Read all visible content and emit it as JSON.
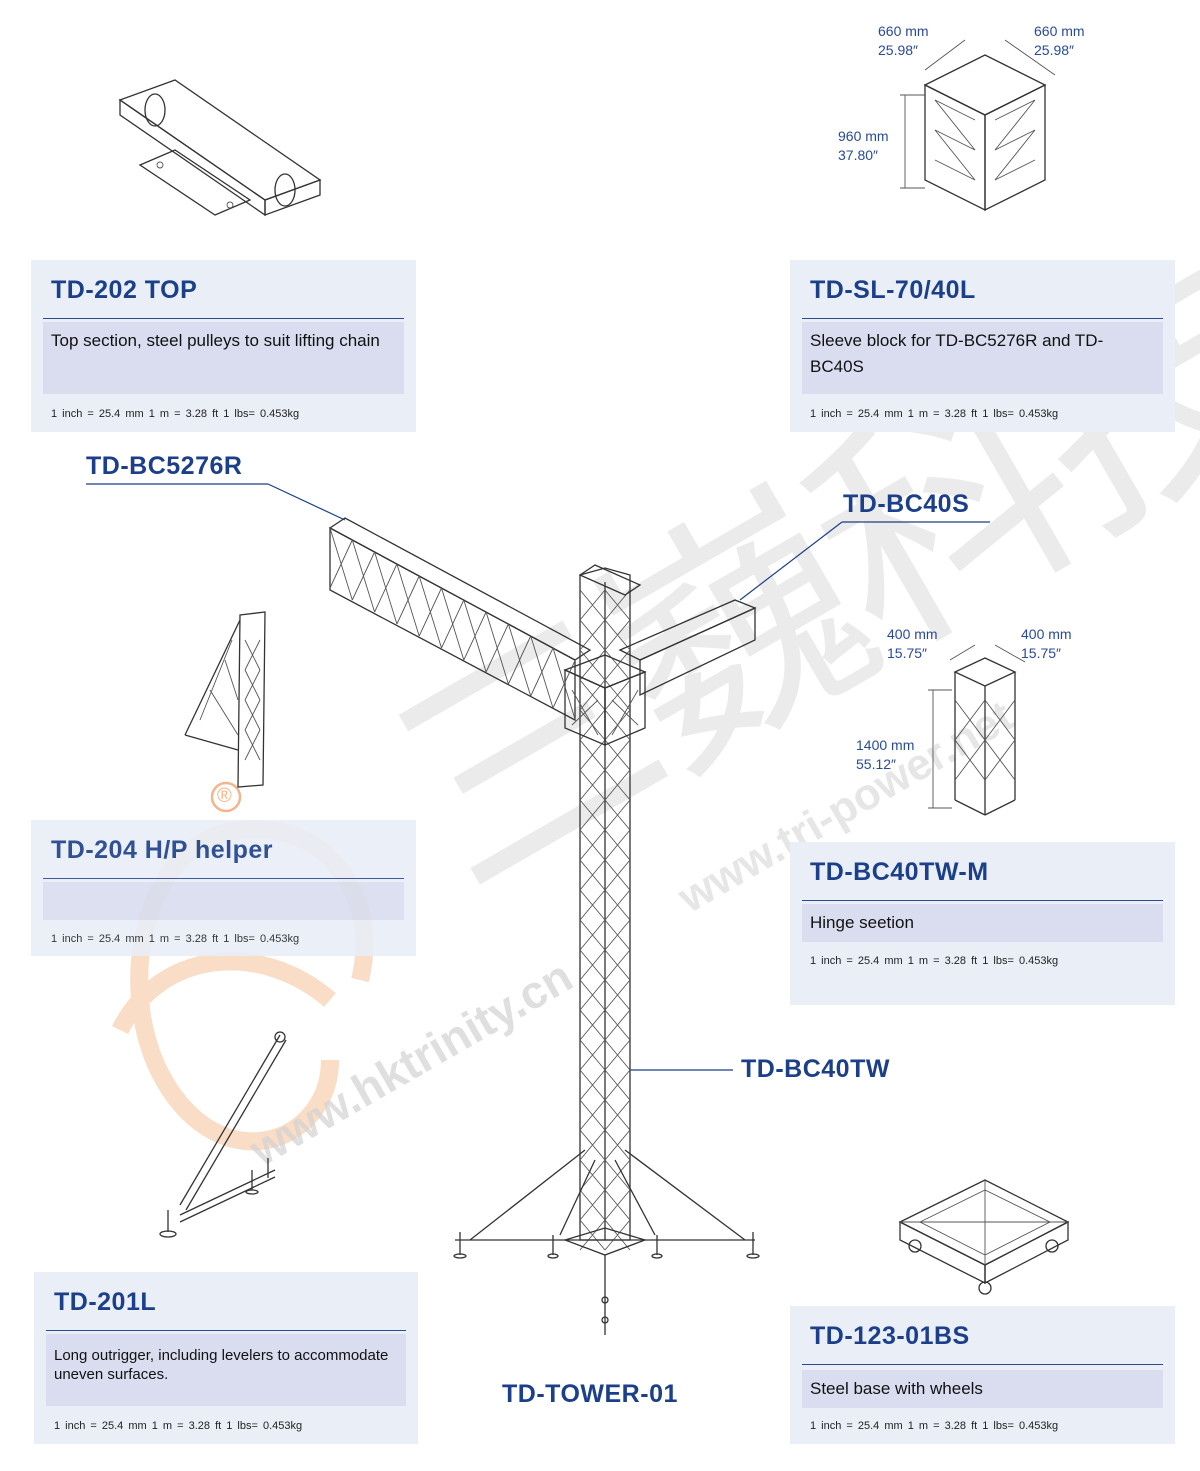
{
  "cards": {
    "td202": {
      "code": "TD-202 TOP",
      "description": "Top section, steel pulleys to suit lifting chain",
      "units": "1 inch = 25.4 mm    1 m = 3.28 ft    1 lbs= 0.453kg"
    },
    "tdsl": {
      "code": "TD-SL-70/40L",
      "description": "Sleeve block for TD-BC5276R and TD-BC40S",
      "units": "1 inch = 25.4 mm    1 m = 3.28 ft    1 lbs= 0.453kg"
    },
    "td204": {
      "code": "TD-204 H/P helper",
      "description": "",
      "units": "1 inch = 25.4 mm    1 m = 3.28 ft    1 lbs= 0.453kg"
    },
    "tdbc40twm": {
      "code": "TD-BC40TW-M",
      "description": "Hinge seetion",
      "units": "1 inch = 25.4 mm    1 m = 3.28 ft    1 lbs= 0.453kg"
    },
    "td201l": {
      "code": "TD-201L",
      "description": "Long outrigger, including levelers to accommodate uneven surfaces.",
      "units": "1 inch = 25.4 mm    1 m = 3.28 ft    1 lbs= 0.453kg"
    },
    "td12301bs": {
      "code": "TD-123-01BS",
      "description": "Steel base with wheels",
      "units": "1 inch = 25.4 mm    1 m = 3.28 ft    1 lbs= 0.453kg"
    }
  },
  "callouts": {
    "bc5276r": "TD-BC5276R",
    "bc40s": "TD-BC40S",
    "bc40tw": "TD-BC40TW",
    "tower": "TD-TOWER-01"
  },
  "dimensions": {
    "sleeve_width_a": "660 mm\n25.98″",
    "sleeve_width_b": "660 mm\n25.98″",
    "sleeve_height": "960 mm\n37.80″",
    "hinge_width_a": "400 mm\n15.75″",
    "hinge_width_b": "400 mm\n15.75″",
    "hinge_height": "1400 mm\n55.12″"
  },
  "watermark": {
    "brand_chinese": "三巍科技",
    "url_a": "www.hktrinity.cn",
    "url_b": "www.tri-power.net",
    "registered_mark": "®"
  },
  "colors": {
    "accent": "#1b3f88",
    "card_bg": "#e9eef7",
    "desc_bg": "#d9ddef",
    "watermark_logo": "#f7c9a5"
  }
}
